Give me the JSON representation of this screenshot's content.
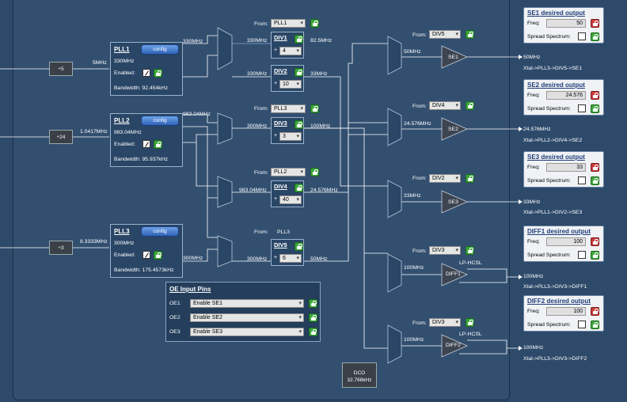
{
  "prescalers": [
    "÷5",
    "÷24",
    "÷3"
  ],
  "prescaler_out": [
    "5MHz",
    "1.0417MHz",
    "8.3333MHz"
  ],
  "plls": [
    {
      "title": "PLL1",
      "config": "config",
      "freq": "330MHz",
      "enabled": "Enabled:",
      "bandwidth": "Bandwidth: 92.454kHz",
      "out": "330MHz"
    },
    {
      "title": "PLL2",
      "config": "config",
      "freq": "983.04MHz",
      "enabled": "Enabled:",
      "bandwidth": "Bandwidth: 95.937kHz",
      "out": "983.04MHz"
    },
    {
      "title": "PLL3",
      "config": "config",
      "freq": "300MHz",
      "enabled": "Enabled:",
      "bandwidth": "Bandwidth: 175.4573kHz",
      "out": "300MHz"
    }
  ],
  "divs": [
    {
      "title": "DIV1",
      "from": "PLL1",
      "value": "4",
      "in": "330MHz",
      "out": "82.5MHz"
    },
    {
      "title": "DIV2",
      "from": "",
      "value": "10",
      "in": "330MHz",
      "out": "33MHz"
    },
    {
      "title": "DIV3",
      "from": "PLL3",
      "value": "3",
      "in": "300MHz",
      "out": "100MHz"
    },
    {
      "title": "DIV4",
      "from": "PLL2",
      "value": "40",
      "in": "983.04MHz",
      "out": "24.576MHz"
    },
    {
      "title": "DIV5",
      "from": "PLL3",
      "value": "6",
      "in": "300MHz",
      "out": "50MHz"
    }
  ],
  "from_label": "From:",
  "plus": "+",
  "outputs": [
    {
      "name": "SE1",
      "from": "DIV5",
      "in": "50MHz",
      "out": "50MHz",
      "path": "Xtal->PLL3->DIV5->SE1"
    },
    {
      "name": "SE2",
      "from": "DIV4",
      "in": "24.576MHz",
      "out": "24.576MHz",
      "path": "Xtal->PLL2->DIV4->SE2"
    },
    {
      "name": "SE3",
      "from": "DIV2",
      "in": "33MHz",
      "out": "33MHz",
      "path": "Xtal->PLL1->DIV2->SE3"
    },
    {
      "name": "DIFF1",
      "from": "DIV3",
      "in": "100MHz",
      "out": "100MHz",
      "path": "Xtal->PLL3->DIV3->DIFF1",
      "type": "LP-HCSL"
    },
    {
      "name": "DIFF2",
      "from": "DIV3",
      "in": "100MHz",
      "out": "100MHz",
      "path": "Xtal->PLL3->DIV3->DIFF2",
      "type": "LP-HCSL"
    }
  ],
  "desired": [
    {
      "title": "SE1 desired output",
      "freq_label": "Freq:",
      "freq": "50",
      "ss": "Spread Spectrum:"
    },
    {
      "title": "SE2 desired output",
      "freq_label": "Freq:",
      "freq": "24.576",
      "ss": "Spread Spectrum:"
    },
    {
      "title": "SE3 desired output",
      "freq_label": "Freq:",
      "freq": "33",
      "ss": "Spread Spectrum:"
    },
    {
      "title": "DIFF1 desired output",
      "freq_label": "Freq:",
      "freq": "100",
      "ss": "Spread Spectrum:"
    },
    {
      "title": "DIFF2 desired output",
      "freq_label": "Freq:",
      "freq": "100",
      "ss": "Spread Spectrum:"
    }
  ],
  "oe": {
    "title": "OE Input Pins",
    "rows": [
      {
        "pin": "OE1",
        "value": "Enable SE1"
      },
      {
        "pin": "OE2",
        "value": "Enable SE2"
      },
      {
        "pin": "OE3",
        "value": "Enable SE3"
      }
    ]
  },
  "dco": {
    "line1": "DCO",
    "line2": "32.768kHz"
  }
}
